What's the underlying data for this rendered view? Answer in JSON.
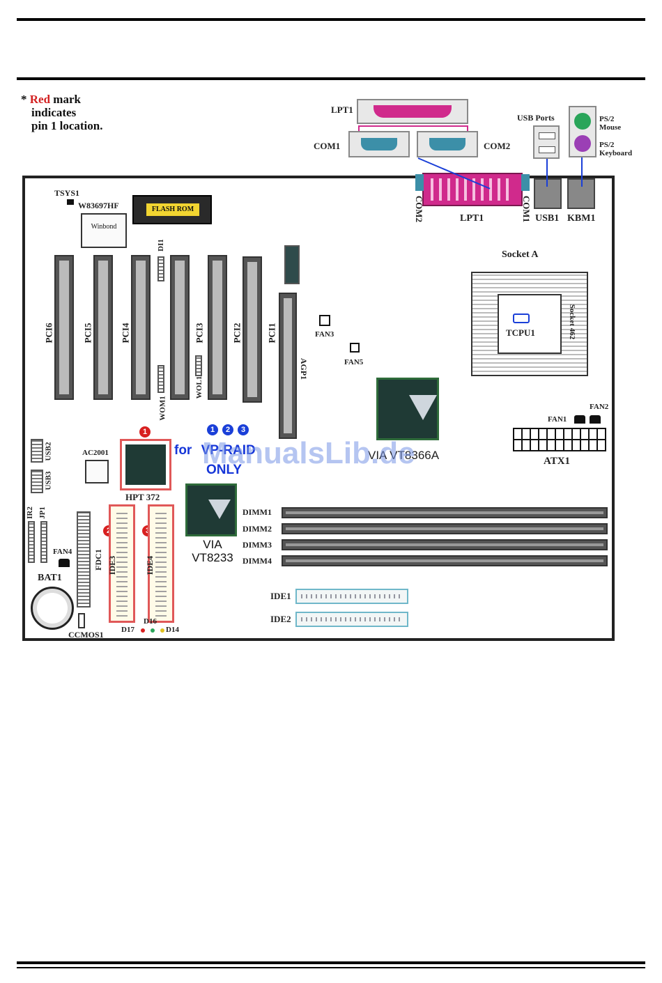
{
  "legend": {
    "star": "*",
    "red_word": "Red",
    "line1_rest": " mark",
    "line2": "indicates",
    "line3": "pin 1 location."
  },
  "io_panel": {
    "lpt1_top": "LPT1",
    "com1": "COM1",
    "com2": "COM2",
    "usb_ports": "USB Ports",
    "ps2_mouse_1": "PS/2",
    "ps2_mouse_2": "Mouse",
    "ps2_kbd_1": "PS/2",
    "ps2_kbd_2": "Keyboard"
  },
  "board": {
    "tsys1": "TSYS1",
    "w83697hf": "W83697HF",
    "flash_rom": "FLASH ROM",
    "winbond": "Winbond",
    "com2_v": "COM2",
    "com1_v": "COM1",
    "lpt1": "LPT1",
    "usb1": "USB1",
    "kbm1": "KBM1",
    "socket": "Socket A",
    "tcpu1": "TCPU1",
    "socket462": "Socket 462",
    "di1": "DI1",
    "fan3": "FAN3",
    "fan5": "FAN5",
    "fan1": "FAN1",
    "fan2": "FAN2",
    "fan4": "FAN4",
    "atx1": "ATX1",
    "agp": "AGP1",
    "pci": [
      "PCI6",
      "PCI5",
      "PCI4",
      "PCI3",
      "PCI2",
      "PCI1"
    ],
    "wol1": "WOL1",
    "wom1": "WOM1",
    "ac2001": "AC2001",
    "usb2": "USB2",
    "usb3": "USB3",
    "ir2": "IR2",
    "jp1": "JP1",
    "hpt372": "HPT 372",
    "raid_note_for": "for",
    "raid_note_model": "VP-RAID",
    "raid_note_only": "ONLY",
    "via_north": "VIA VT8366A",
    "via_south_1": "VIA",
    "via_south_2": "VT8233",
    "dimms": [
      "DIMM1",
      "DIMM2",
      "DIMM3",
      "DIMM4"
    ],
    "ide1": "IDE1",
    "ide2": "IDE2",
    "ide3": "IDE3",
    "ide4": "IDE4",
    "fdc1": "FDC1",
    "bat1": "BAT1",
    "ccmos1": "CCMOS1",
    "d17": "D17",
    "d16": "D16",
    "d14": "D14",
    "badge_1": "1",
    "badge_2": "2",
    "badge_3": "3"
  },
  "watermark": "ManualsLib.de",
  "colors": {
    "pin1_red": "#d32020",
    "raid_blue": "#1636d8",
    "lpt_magenta": "#d02a8c",
    "com_teal": "#3c8fa8",
    "ps2_mouse_green": "#2aa55a",
    "ps2_kbd_purple": "#9b3fb5",
    "chip_green": "#2e6b3a",
    "ide_frame_red": "#e05858",
    "ide_frame_cyan": "#6fb7c9"
  }
}
